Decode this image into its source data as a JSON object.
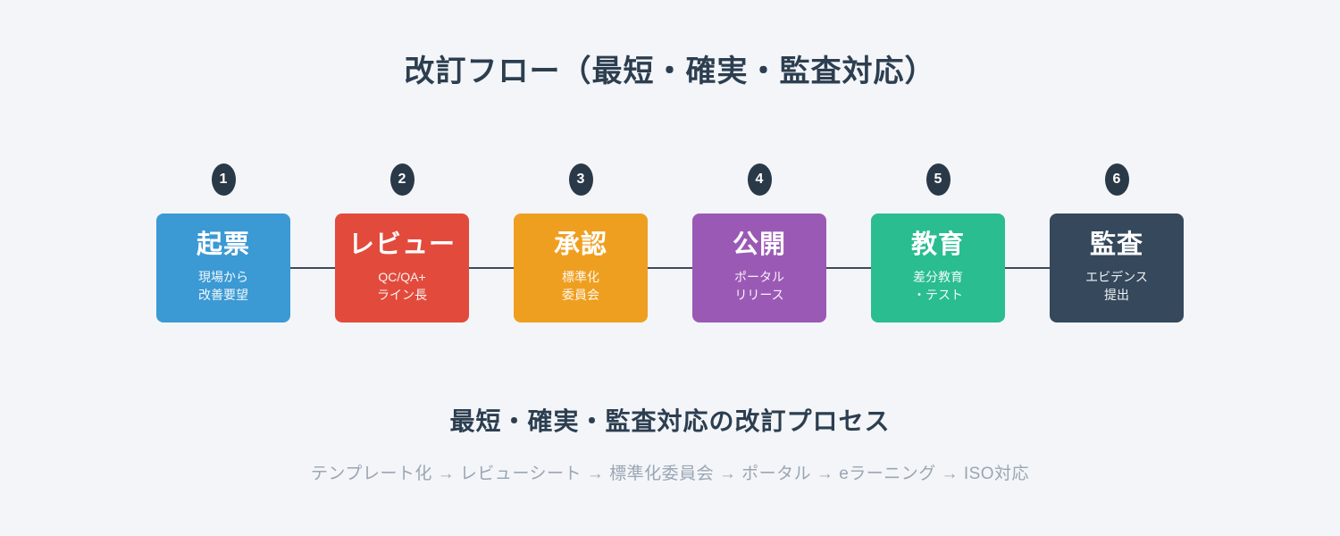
{
  "page": {
    "title": "改訂フロー（最短・確実・監査対応）",
    "subtitle": "最短・確実・監査対応の改訂プロセス",
    "footer": "テンプレート化 → レビューシート → 標準化委員会 → ポータル → eラーニング → ISO対応",
    "background_color": "#f3f5f8",
    "heading_color": "#2c3e50",
    "footer_color": "#9aa6b4",
    "badge_color": "#2a3948",
    "connector_color": "#3c4b5c"
  },
  "steps": [
    {
      "number": "1",
      "title": "起票",
      "subtitle": "現場から\n改善要望",
      "color": "#3b99d4"
    },
    {
      "number": "2",
      "title": "レビュー",
      "subtitle": "QC/QA+\nライン長",
      "color": "#e24b3c"
    },
    {
      "number": "3",
      "title": "承認",
      "subtitle": "標準化\n委員会",
      "color": "#ef9f20"
    },
    {
      "number": "4",
      "title": "公開",
      "subtitle": "ポータル\nリリース",
      "color": "#9b59b6"
    },
    {
      "number": "5",
      "title": "教育",
      "subtitle": "差分教育\n・テスト",
      "color": "#29bd8f"
    },
    {
      "number": "6",
      "title": "監査",
      "subtitle": "エビデンス\n提出",
      "color": "#35485c"
    }
  ]
}
